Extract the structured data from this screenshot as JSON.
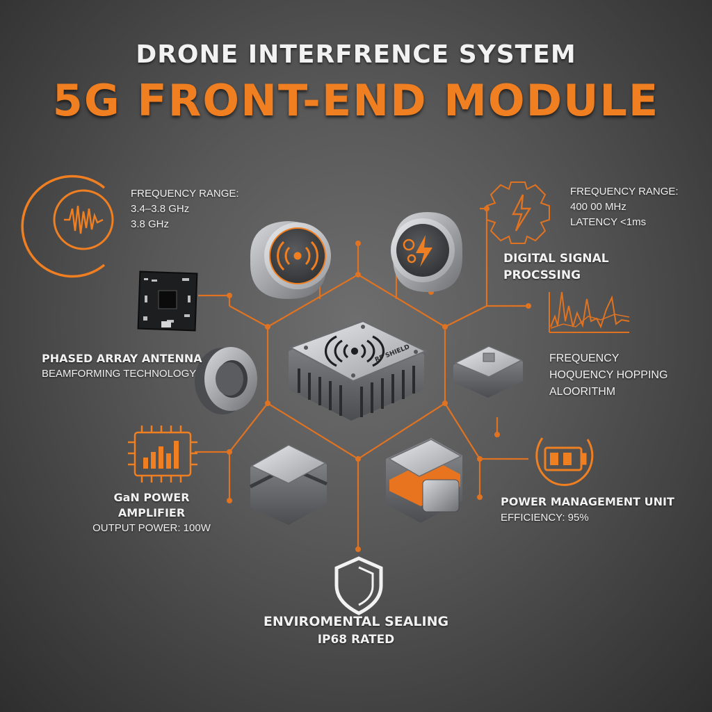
{
  "header": {
    "title": "DRONE INTERFRENCE SYSTEM",
    "subtitle": "5G FRONT-END MODULE"
  },
  "colors": {
    "accent": "#f07f22",
    "background": "#555555",
    "metal": "#a9abaf"
  },
  "callouts": {
    "freq_left": {
      "heading": "FREQUENCY RANGE:",
      "line1": "3.4–3.8 GHz",
      "line2": "3.8 GHz",
      "icon": "waveform-icon"
    },
    "freq_right": {
      "heading": "FREQUENCY RANGE:",
      "line1": "400 00 MHz",
      "line2": "LATENCY <1ms",
      "icon": "gear-lightning-icon"
    },
    "dsp": {
      "line1": "DIGITAL SIGNAL",
      "line2": "PROCSSING",
      "icon": "signal-graph-icon"
    },
    "phased": {
      "title": "PHASED ARRAY ANTENNA",
      "subtitle": "BEAMFORMING TECHNOLOGY",
      "icon": "circuit-board-icon"
    },
    "hopping": {
      "line1": "FREQUENCY",
      "line2": "HOQUENCY HOPPING",
      "line3": "ALOORITHM"
    },
    "gan": {
      "title": "GaN POWER AMPLIFIER",
      "subtitle": "OUTPUT POWER: 100W",
      "icon": "chip-bars-icon"
    },
    "pmu": {
      "title": "POWER MANAGEMENT UNIT",
      "subtitle": "EFFICIENCY: 95%",
      "icon": "battery-icon"
    },
    "sealing": {
      "title": "ENVIROMENTAL SEALING",
      "subtitle": "IP68 RATED",
      "icon": "shield-icon"
    }
  },
  "center_module": {
    "label": "RF SHIELD",
    "icon": "wireless-icon"
  }
}
